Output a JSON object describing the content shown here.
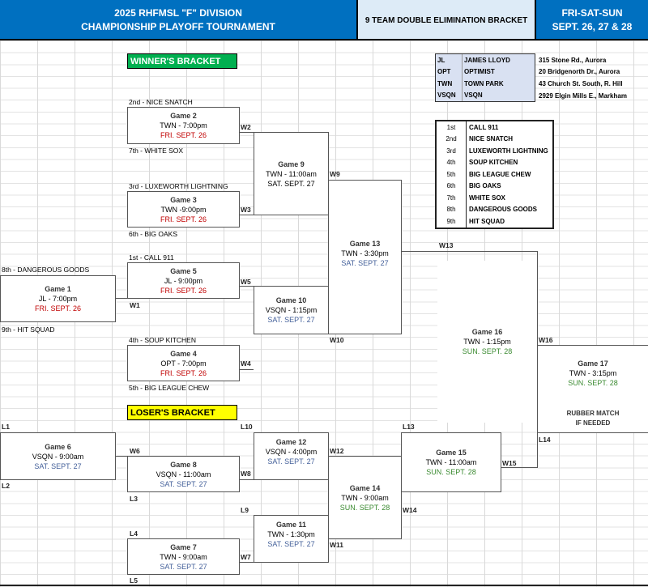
{
  "header": {
    "title_line1": "2025 RHFMSL \"F\" DIVISION",
    "title_line2": "CHAMPIONSHIP PLAYOFF TOURNAMENT",
    "format": "9 TEAM DOUBLE ELIMINATION BRACKET",
    "days": "FRI-SAT-SUN",
    "dates": "SEPT. 26, 27 & 28"
  },
  "colors": {
    "header_blue": "#0070c0",
    "header_light": "#ddebf7",
    "winners": "#00b050",
    "losers": "#ffff00",
    "fri": "#c00000",
    "sat": "#44609a",
    "sun": "#3a8a30"
  },
  "winners_label": "WINNER'S BRACKET",
  "losers_label": "LOSER'S BRACKET",
  "locations": [
    {
      "code": "JL",
      "name": "JAMES LLOYD",
      "address": "315 Stone Rd., Aurora"
    },
    {
      "code": "OPT",
      "name": "OPTIMIST",
      "address": "20 Bridgenorth Dr., Aurora"
    },
    {
      "code": "TWN",
      "name": "TOWN PARK",
      "address": "43 Church St. South, R. Hill"
    },
    {
      "code": "VSQN",
      "name": "VSQN",
      "address": "2929 Elgin Mills E., Markham"
    }
  ],
  "rankings": [
    {
      "place": "1st",
      "team": "CALL 911"
    },
    {
      "place": "2nd",
      "team": "NICE SNATCH"
    },
    {
      "place": "3rd",
      "team": "LUXEWORTH LIGHTNING"
    },
    {
      "place": "4th",
      "team": "SOUP KITCHEN"
    },
    {
      "place": "5th",
      "team": "BIG LEAGUE CHEW"
    },
    {
      "place": "6th",
      "team": "BIG OAKS"
    },
    {
      "place": "7th",
      "team": "WHITE SOX"
    },
    {
      "place": "8th",
      "team": "DANGEROUS GOODS"
    },
    {
      "place": "9th",
      "team": "HIT SQUAD"
    }
  ],
  "seeds": {
    "s2": "2nd - NICE SNATCH",
    "s7": "7th - WHITE SOX",
    "s3": "3rd -  LUXEWORTH LIGHTNING",
    "s6": "6th - BIG OAKS",
    "s1": "1st - CALL 911",
    "s8": "8th - DANGEROUS GOODS",
    "s9": "9th - HIT SQUAD",
    "s4": "4th - SOUP KITCHEN",
    "s5": "5th - BIG LEAGUE CHEW"
  },
  "games": {
    "g1": {
      "title": "Game 1",
      "time": "JL - 7:00pm",
      "date": "FRI. SEPT. 26"
    },
    "g2": {
      "title": "Game 2",
      "time": "TWN - 7:00pm",
      "date": "FRI. SEPT. 26"
    },
    "g3": {
      "title": "Game 3",
      "time": "TWN -9:00pm",
      "date": "FRI. SEPT. 26"
    },
    "g4": {
      "title": "Game 4",
      "time": "OPT - 7:00pm",
      "date": "FRI. SEPT. 26"
    },
    "g5": {
      "title": "Game 5",
      "time": "JL - 9:00pm",
      "date": "FRI. SEPT. 26"
    },
    "g6": {
      "title": "Game 6",
      "time": "VSQN - 9:00am",
      "date": "SAT. SEPT. 27"
    },
    "g7": {
      "title": "Game 7",
      "time": "TWN - 9:00am",
      "date": "SAT. SEPT. 27"
    },
    "g8": {
      "title": "Game 8",
      "time": "VSQN - 11:00am",
      "date": "SAT. SEPT. 27"
    },
    "g9": {
      "title": "Game 9",
      "time": "TWN - 11:00am",
      "date": "SAT. SEPT. 27"
    },
    "g10": {
      "title": "Game 10",
      "time": "VSQN - 1:15pm",
      "date": "SAT. SEPT. 27"
    },
    "g11": {
      "title": "Game 11",
      "time": "TWN - 1:30pm",
      "date": "SAT. SEPT. 27"
    },
    "g12": {
      "title": "Game 12",
      "time": "VSQN - 4:00pm",
      "date": "SAT. SEPT. 27"
    },
    "g13": {
      "title": "Game 13",
      "time": "TWN - 3:30pm",
      "date": "SAT. SEPT. 27"
    },
    "g14": {
      "title": "Game 14",
      "time": "TWN - 9:00am",
      "date": "SUN. SEPT. 28"
    },
    "g15": {
      "title": "Game 15",
      "time": "TWN - 11:00am",
      "date": "SUN. SEPT. 28"
    },
    "g16": {
      "title": "Game 16",
      "time": "TWN - 1:15pm",
      "date": "SUN. SEPT. 28"
    },
    "g17": {
      "title": "Game 17",
      "time": "TWN - 3:15pm",
      "date": "SUN. SEPT. 28",
      "note1": "RUBBER MATCH",
      "note2": "IF NEEDED"
    }
  },
  "slots": {
    "W1": "W1",
    "W2": "W2",
    "W3": "W3",
    "W4": "W4",
    "W5": "W5",
    "W6": "W6",
    "W7": "W7",
    "W8": "W8",
    "W9": "W9",
    "W10": "W10",
    "W11": "W11",
    "W12": "W12",
    "W13": "W13",
    "W14": "W14",
    "W15": "W15",
    "W16": "W16",
    "L1": "L1",
    "L2": "L2",
    "L3": "L3",
    "L4": "L4",
    "L5": "L5",
    "L9": "L9",
    "L10": "L10",
    "L13": "L13",
    "L14": "L14"
  }
}
